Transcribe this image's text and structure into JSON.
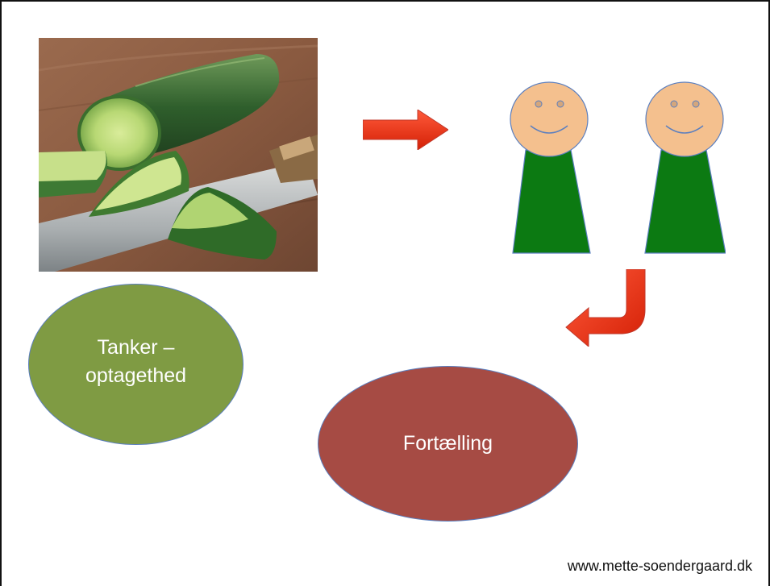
{
  "diagram": {
    "photo_icon": "cucumber-photo",
    "arrow_icon": "red-arrow-right",
    "people_icon": "two-smiley-figures",
    "curved_arrow_icon": "red-curved-arrow",
    "thought_bubble": {
      "text": "Tanker –\noptagethed",
      "color": "#7f9b43"
    },
    "story_bubble": {
      "text": "Fortælling",
      "color": "#a64b44"
    },
    "colors": {
      "arrow": "#e8280c",
      "body": "#0c7a12",
      "face": "#f4c08e",
      "outline": "#5b7fbf"
    }
  },
  "footer": {
    "url": "www.mette-soendergaard.dk"
  }
}
